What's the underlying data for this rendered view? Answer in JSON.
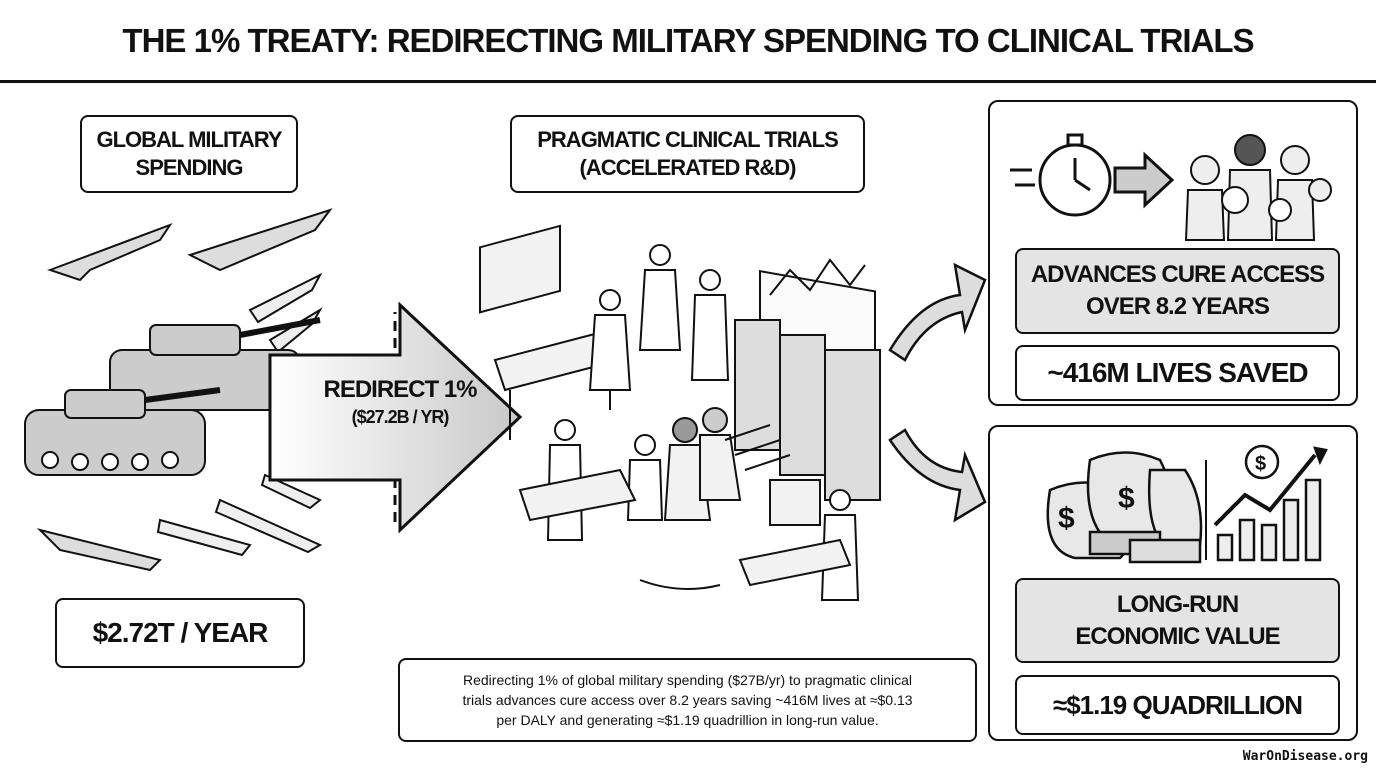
{
  "title": "THE 1% TREATY: REDIRECTING MILITARY SPENDING TO CLINICAL TRIALS",
  "military": {
    "label_line1": "GLOBAL MILITARY",
    "label_line2": "SPENDING",
    "amount": "$2.72T / YEAR"
  },
  "redirect": {
    "line1": "REDIRECT 1%",
    "line2": "($27.2B / YR)"
  },
  "trials": {
    "label_line1": "PRAGMATIC CLINICAL TRIALS",
    "label_line2": "(ACCELERATED R&D)"
  },
  "outcome_access": {
    "label_line1": "ADVANCES CURE ACCESS",
    "label_line2": "OVER 8.2 YEARS",
    "value": "~416M LIVES SAVED"
  },
  "outcome_value": {
    "label_line1": "LONG-RUN",
    "label_line2": "ECONOMIC VALUE",
    "value": "≈$1.19 QUADRILLION"
  },
  "caption": {
    "line1": "Redirecting 1% of global military spending ($27B/yr) to pragmatic clinical",
    "line2": "trials advances cure access over 8.2 years saving ~416M lives at ≈$0.13",
    "line3": "per DALY and generating ≈$1.19 quadrillion in long-run value."
  },
  "footer": "WarOnDisease.org",
  "icons": [
    "fighter-jet-icon",
    "tank-icon",
    "missile-icon",
    "scientist-icon",
    "server-rack-icon",
    "stopwatch-icon",
    "people-group-icon",
    "money-bag-icon",
    "growth-chart-icon"
  ],
  "colors": {
    "ink": "#111111",
    "panel_gray": "#e4e4e4",
    "arrow_gray": "#d0d0d0"
  }
}
